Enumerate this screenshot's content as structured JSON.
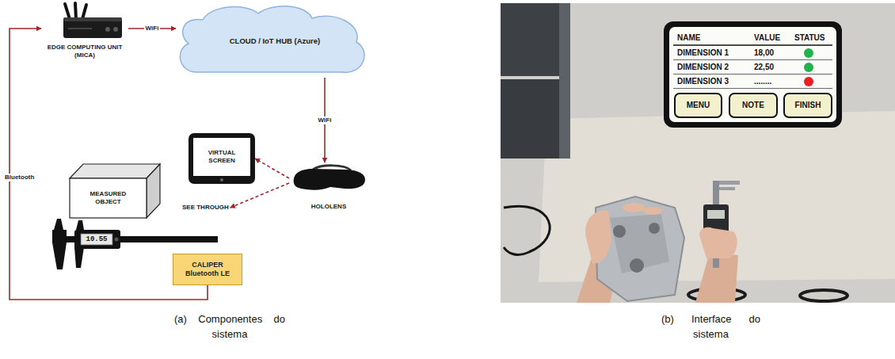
{
  "diagram": {
    "nodes": [
      {
        "text": [
          "EDGE COMPUTING UNIT (MICA)"
        ]
      },
      {
        "text": [
          "CLOUD / IoT HUB (Azure)"
        ]
      },
      {
        "text": [
          "HOLOLENS"
        ]
      },
      {
        "text": [
          "VIRTUAL SCREEN"
        ]
      },
      {
        "text": [
          "SEE THROUGH"
        ]
      },
      {
        "text": [
          "MEASURED OBJECT"
        ]
      },
      {
        "text": [
          "CALIPER",
          "Bluetooth LE"
        ]
      },
      {
        "text": [
          "MENU"
        ]
      },
      {
        "text": [
          "NOTE"
        ]
      },
      {
        "text": [
          "FINISH"
        ]
      }
    ],
    "edges": [
      {
        "from": 0,
        "to": 1,
        "arrow": "to",
        "label": "WiFi"
      },
      {
        "from": 1,
        "to": 2,
        "arrow": "to",
        "label": "WiFi"
      },
      {
        "from": 2,
        "to": 3,
        "arrow": "to"
      },
      {
        "from": 2,
        "to": 4,
        "arrow": "to"
      },
      {
        "from": 6,
        "to": 0,
        "arrow": "to",
        "label": "Bluetooth"
      }
    ],
    "labels": [
      "10.55",
      "(a) Componentes do sistema",
      "NAME",
      "VALUE",
      "STATUS",
      "DIMENSION 1",
      "18,00",
      "DIMENSION 2",
      "22,50",
      "DIMENSION 3",
      "........",
      "(b) Interface do sistema"
    ]
  }
}
